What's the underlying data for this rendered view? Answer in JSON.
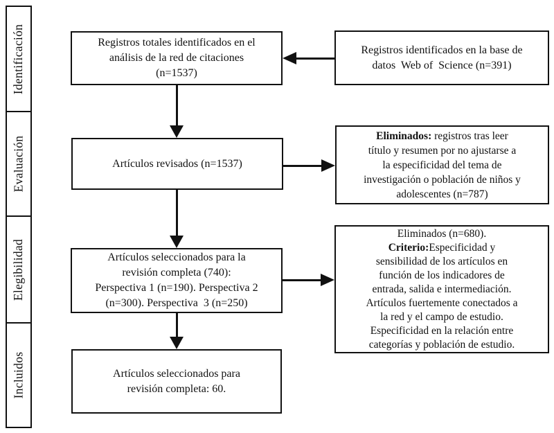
{
  "colors": {
    "background": "#ffffff",
    "box_border": "#111111",
    "text": "#111111",
    "arrow": "#111111"
  },
  "sidebar": {
    "stages": [
      {
        "label": "Identificación"
      },
      {
        "label": "Evaluación"
      },
      {
        "label": "Elegibilidad"
      },
      {
        "label": "Incluidos"
      }
    ]
  },
  "boxes": {
    "identified_total": "Registros totales identificados en el\nanálisis de la red de citaciones\n(n=1537)",
    "wos_source": "Registros identificados en la base de\ndatos  Web of  Science (n=391)",
    "reviewed": "Artículos revisados (n=1537)",
    "excluded_title_abstract": {
      "bold": "Eliminados:",
      "rest": " registros tras leer\ntítulo y resumen por no ajustarse a\nla especificidad del tema de\ninvestigación o población de niños y\nadolescentes (n=787)"
    },
    "selected_full_review": "Artículos seleccionados para la\nrevisión completa (740):\nPerspectiva 1 (n=190). Perspectiva 2\n(n=300). Perspectiva  3 (n=250)",
    "excluded_criteria": {
      "pre": "Eliminados (n=680).\n",
      "bold": "Criterio:",
      "rest": "Especificidad y\nsensibilidad de los artículos en\nfunción de los indicadores de\nentrada, salida e intermediación.\nArtículos fuertemente conectados a\nla red y el campo de estudio.\nEspecificidad en la relación entre\ncategorías y población de estudio."
    },
    "included_final": "Artículos seleccionados para\nrevisión completa: 60."
  }
}
